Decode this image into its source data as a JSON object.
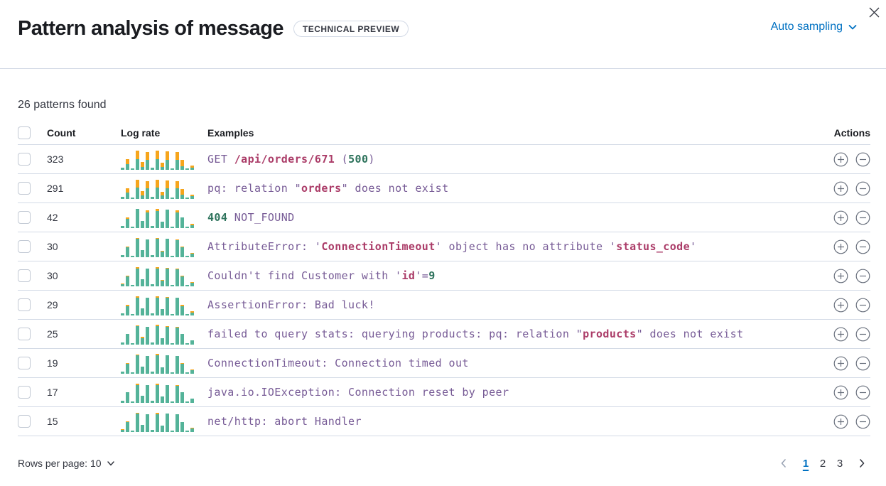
{
  "header": {
    "title": "Pattern analysis of message",
    "badge": "TECHNICAL PREVIEW",
    "sampling_label": "Auto sampling"
  },
  "summary": "26 patterns found",
  "table": {
    "columns": {
      "count": "Count",
      "log_rate": "Log rate",
      "examples": "Examples",
      "actions": "Actions"
    },
    "rows": [
      {
        "count": "323",
        "bars": [
          [
            3,
            0
          ],
          [
            8,
            7
          ],
          [
            2,
            0
          ],
          [
            15,
            12
          ],
          [
            4,
            7
          ],
          [
            14,
            11
          ],
          [
            3,
            0
          ],
          [
            15,
            12
          ],
          [
            4,
            6
          ],
          [
            14,
            12
          ],
          [
            2,
            0
          ],
          [
            14,
            11
          ],
          [
            5,
            9
          ],
          [
            2,
            0
          ],
          [
            3,
            3
          ]
        ],
        "tokens": [
          [
            "GET ",
            "purple"
          ],
          [
            "/api/orders/671",
            "red"
          ],
          [
            " (",
            "purple"
          ],
          [
            "500",
            "green"
          ],
          [
            ")",
            "purple"
          ]
        ]
      },
      {
        "count": "291",
        "bars": [
          [
            3,
            0
          ],
          [
            9,
            6
          ],
          [
            2,
            0
          ],
          [
            16,
            11
          ],
          [
            5,
            6
          ],
          [
            15,
            10
          ],
          [
            3,
            0
          ],
          [
            16,
            11
          ],
          [
            5,
            5
          ],
          [
            15,
            11
          ],
          [
            2,
            0
          ],
          [
            15,
            10
          ],
          [
            6,
            8
          ],
          [
            2,
            0
          ],
          [
            4,
            2
          ]
        ],
        "tokens": [
          [
            "pq: relation \"",
            "purple"
          ],
          [
            "orders",
            "red"
          ],
          [
            "\" does not exist",
            "purple"
          ]
        ]
      },
      {
        "count": "42",
        "bars": [
          [
            3,
            0
          ],
          [
            13,
            2
          ],
          [
            2,
            0
          ],
          [
            27,
            0
          ],
          [
            10,
            0
          ],
          [
            22,
            3
          ],
          [
            3,
            0
          ],
          [
            24,
            3
          ],
          [
            9,
            0
          ],
          [
            26,
            0
          ],
          [
            2,
            0
          ],
          [
            22,
            3
          ],
          [
            15,
            0
          ],
          [
            2,
            0
          ],
          [
            4,
            2
          ]
        ],
        "tokens": [
          [
            "404",
            "green"
          ],
          [
            " NOT_FOUND",
            "purple"
          ]
        ]
      },
      {
        "count": "30",
        "bars": [
          [
            3,
            0
          ],
          [
            14,
            1
          ],
          [
            2,
            0
          ],
          [
            26,
            1
          ],
          [
            10,
            0
          ],
          [
            25,
            0
          ],
          [
            3,
            0
          ],
          [
            26,
            1
          ],
          [
            8,
            1
          ],
          [
            26,
            0
          ],
          [
            2,
            0
          ],
          [
            24,
            1
          ],
          [
            14,
            1
          ],
          [
            2,
            0
          ],
          [
            5,
            1
          ]
        ],
        "tokens": [
          [
            "AttributeError: '",
            "purple"
          ],
          [
            "ConnectionTimeout",
            "red"
          ],
          [
            "' object has no attribute '",
            "purple"
          ],
          [
            "status_code",
            "red"
          ],
          [
            "'",
            "purple"
          ]
        ]
      },
      {
        "count": "30",
        "bars": [
          [
            3,
            1
          ],
          [
            14,
            1
          ],
          [
            2,
            0
          ],
          [
            25,
            2
          ],
          [
            10,
            0
          ],
          [
            25,
            0
          ],
          [
            3,
            0
          ],
          [
            25,
            2
          ],
          [
            8,
            1
          ],
          [
            25,
            1
          ],
          [
            2,
            0
          ],
          [
            24,
            1
          ],
          [
            14,
            1
          ],
          [
            2,
            0
          ],
          [
            5,
            1
          ]
        ],
        "tokens": [
          [
            "Couldn't find Customer with '",
            "purple"
          ],
          [
            "id",
            "red"
          ],
          [
            "'=",
            "purple"
          ],
          [
            "9",
            "green"
          ]
        ]
      },
      {
        "count": "29",
        "bars": [
          [
            3,
            0
          ],
          [
            13,
            2
          ],
          [
            2,
            0
          ],
          [
            25,
            2
          ],
          [
            10,
            0
          ],
          [
            25,
            0
          ],
          [
            3,
            0
          ],
          [
            25,
            2
          ],
          [
            9,
            0
          ],
          [
            25,
            1
          ],
          [
            2,
            0
          ],
          [
            25,
            0
          ],
          [
            13,
            2
          ],
          [
            2,
            0
          ],
          [
            4,
            2
          ]
        ],
        "tokens": [
          [
            "AssertionError: Bad luck!",
            "purple"
          ]
        ]
      },
      {
        "count": "25",
        "bars": [
          [
            3,
            0
          ],
          [
            15,
            0
          ],
          [
            2,
            0
          ],
          [
            26,
            1
          ],
          [
            9,
            2
          ],
          [
            25,
            0
          ],
          [
            3,
            0
          ],
          [
            26,
            2
          ],
          [
            9,
            0
          ],
          [
            25,
            1
          ],
          [
            2,
            0
          ],
          [
            24,
            1
          ],
          [
            15,
            0
          ],
          [
            2,
            0
          ],
          [
            6,
            0
          ]
        ],
        "tokens": [
          [
            "failed to query stats: querying products: pq: relation \"",
            "purple"
          ],
          [
            "products",
            "red"
          ],
          [
            "\" does not exist",
            "purple"
          ]
        ]
      },
      {
        "count": "19",
        "bars": [
          [
            3,
            0
          ],
          [
            14,
            1
          ],
          [
            2,
            0
          ],
          [
            26,
            1
          ],
          [
            10,
            0
          ],
          [
            25,
            0
          ],
          [
            3,
            0
          ],
          [
            26,
            2
          ],
          [
            9,
            0
          ],
          [
            26,
            0
          ],
          [
            2,
            0
          ],
          [
            25,
            0
          ],
          [
            14,
            1
          ],
          [
            2,
            0
          ],
          [
            5,
            1
          ]
        ],
        "tokens": [
          [
            "ConnectionTimeout: Connection timed out",
            "purple"
          ]
        ]
      },
      {
        "count": "17",
        "bars": [
          [
            3,
            0
          ],
          [
            15,
            0
          ],
          [
            2,
            0
          ],
          [
            25,
            2
          ],
          [
            10,
            0
          ],
          [
            25,
            0
          ],
          [
            3,
            0
          ],
          [
            25,
            2
          ],
          [
            9,
            0
          ],
          [
            25,
            0
          ],
          [
            2,
            0
          ],
          [
            24,
            1
          ],
          [
            15,
            0
          ],
          [
            2,
            0
          ],
          [
            6,
            0
          ]
        ],
        "tokens": [
          [
            "java.io.IOException: Connection reset by peer",
            "purple"
          ]
        ]
      },
      {
        "count": "15",
        "bars": [
          [
            3,
            1
          ],
          [
            14,
            1
          ],
          [
            2,
            0
          ],
          [
            26,
            1
          ],
          [
            10,
            0
          ],
          [
            25,
            0
          ],
          [
            3,
            0
          ],
          [
            25,
            2
          ],
          [
            9,
            0
          ],
          [
            26,
            0
          ],
          [
            2,
            0
          ],
          [
            25,
            0
          ],
          [
            14,
            0
          ],
          [
            2,
            0
          ],
          [
            5,
            1
          ]
        ],
        "tokens": [
          [
            "net/http: abort Handler",
            "purple"
          ]
        ]
      }
    ]
  },
  "footer": {
    "rows_per_page_label": "Rows per page: 10",
    "pagination": {
      "pages": [
        "1",
        "2",
        "3"
      ],
      "active_page": "1"
    }
  },
  "colors": {
    "teal": "#54b399",
    "orange": "#f6a51c",
    "token_purple": "#775b96",
    "token_red": "#ab3c68",
    "token_green": "#2e735c",
    "link_blue": "#0071c2"
  }
}
